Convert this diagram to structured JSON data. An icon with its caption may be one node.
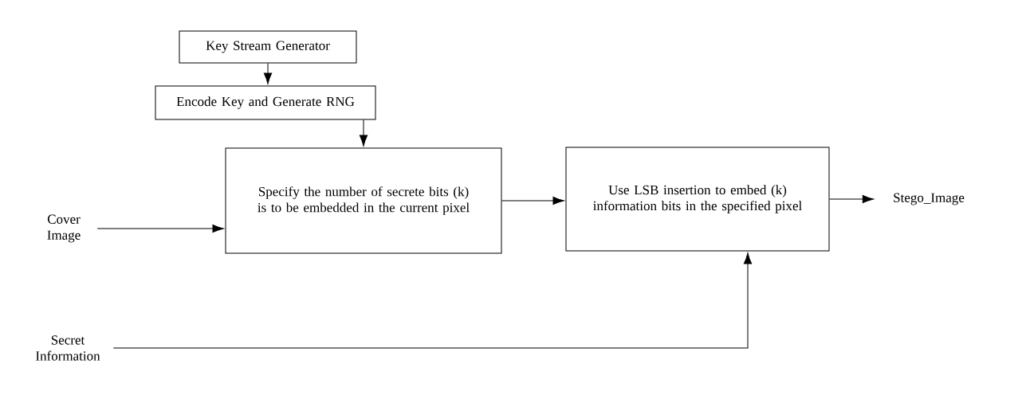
{
  "diagram": {
    "nodes": [
      {
        "text": [
          "Key Stream Generator"
        ]
      },
      {
        "text": [
          "Encode Key and Generate RNG"
        ]
      },
      {
        "text": [
          "Specify the number of secrete bits (k) is to be embedded in the current pixel"
        ]
      },
      {
        "text": [
          "Use LSB insertion to embed (k) information bits in the specified pixel"
        ]
      },
      {
        "text": [
          "Cover Image"
        ]
      },
      {
        "text": [
          "Secret Information"
        ]
      },
      {
        "text": [
          "Stego_Image"
        ]
      }
    ],
    "edges": [
      {
        "from": 0,
        "to": 1,
        "arrow": "to"
      },
      {
        "from": 1,
        "to": 2,
        "arrow": "to"
      },
      {
        "from": 2,
        "to": 3,
        "arrow": "to"
      },
      {
        "from": 4,
        "to": 2,
        "arrow": "to"
      },
      {
        "from": 5,
        "to": 3,
        "arrow": "to"
      },
      {
        "from": 3,
        "to": 6,
        "arrow": "to"
      }
    ]
  }
}
